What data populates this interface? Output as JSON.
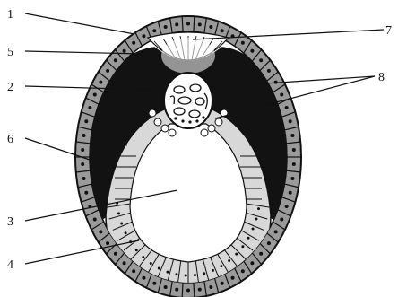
{
  "labels": {
    "l1": "1",
    "l2": "2",
    "l3": "3",
    "l4": "4",
    "l5": "5",
    "l6": "6",
    "l7": "7",
    "l8": "8"
  },
  "colors": {
    "dark_layer": "#121212",
    "outer_cells": "#9a9a9a",
    "inner_cells": "#d8d8d8",
    "cavity": "#ffffff",
    "line": "#111111"
  }
}
